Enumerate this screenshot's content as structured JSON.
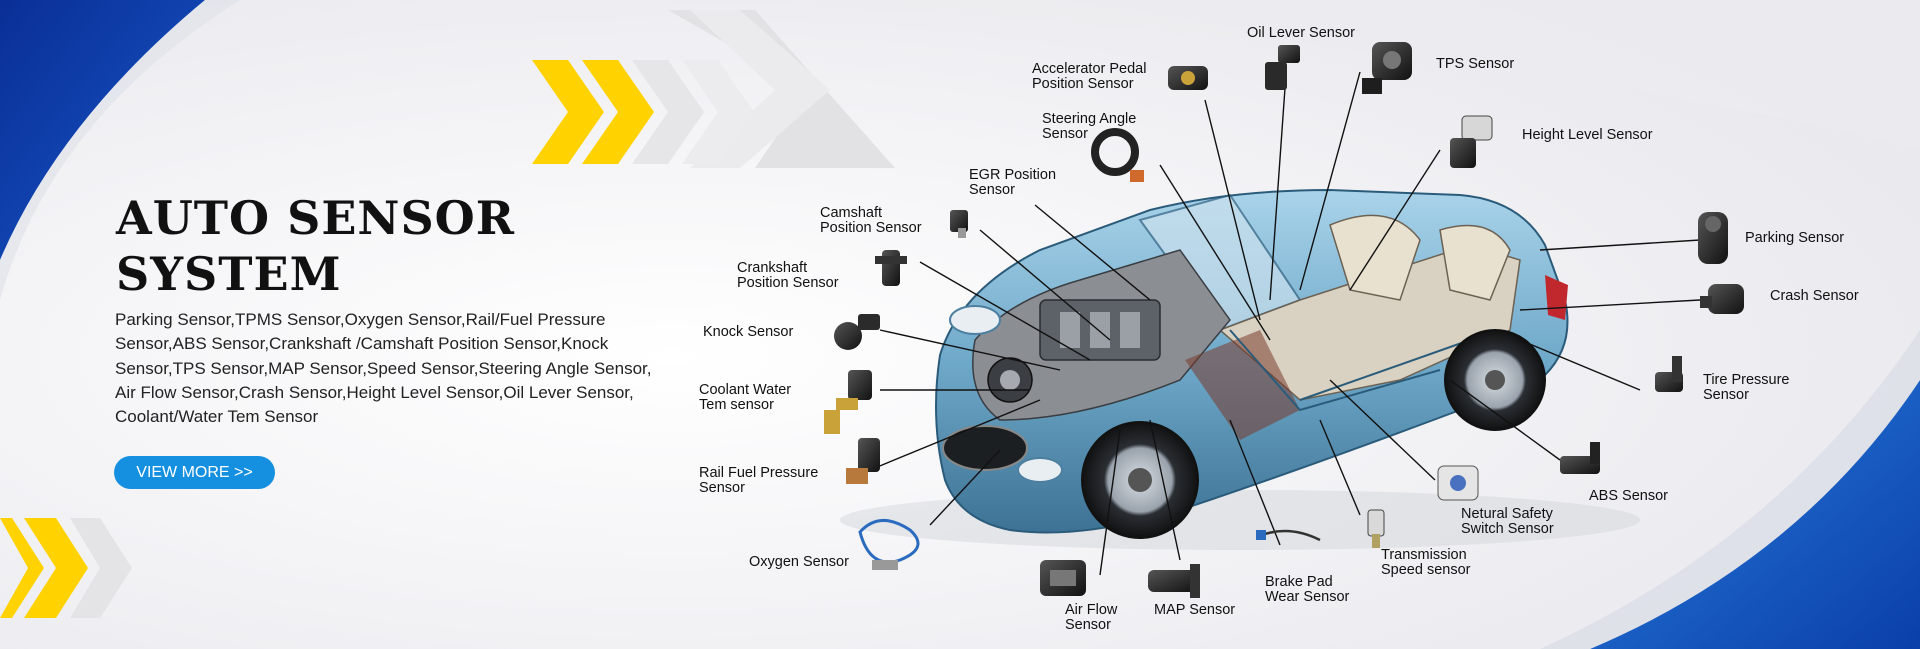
{
  "hero": {
    "title_line1": "AUTO SENSOR",
    "title_line2": "SYSTEM",
    "description": "Parking Sensor,TPMS Sensor,Oxygen Sensor,Rail/Fuel Pressure Sensor,ABS Sensor,Crankshaft /Camshaft Position Sensor,Knock Sensor,TPS Sensor,MAP Sensor,Speed Sensor,Steering Angle Sensor, Air Flow Sensor,Crash Sensor,Height Level Sensor,Oil Lever Sensor, Coolant/Water Tem Sensor",
    "button_label": "VIEW MORE >>"
  },
  "sensors": {
    "oil_lever": "Oil Lever Sensor",
    "tps": "TPS Sensor",
    "accelerator_pedal": "Accelerator Pedal\nPosition Sensor",
    "steering_angle": "Steering Angle\nSensor",
    "height_level": "Height Level Sensor",
    "egr_position": "EGR Position\nSensor",
    "camshaft_position": "Camshaft\nPosition Sensor",
    "crankshaft_position": "Crankshaft\nPosition Sensor",
    "parking": "Parking Sensor",
    "crash": "Crash Sensor",
    "knock": "Knock Sensor",
    "coolant_water": "Coolant Water\nTem sensor",
    "tire_pressure": "Tire Pressure\nSensor",
    "rail_fuel_pressure": "Rail Fuel Pressure\nSensor",
    "abs": "ABS Sensor",
    "neutral_safety": "Netural Safety\nSwitch Sensor",
    "transmission_speed": "Transmission\nSpeed sensor",
    "oxygen": "Oxygen Sensor",
    "brake_pad": "Brake Pad\nWear Sensor",
    "air_flow": "Air Flow\nSensor",
    "map": "MAP Sensor"
  },
  "colors": {
    "brand_blue": "#0a3fa8",
    "accent_yellow": "#ffd200",
    "button_blue": "#1590e0",
    "car_body": "#6fa9c9"
  }
}
